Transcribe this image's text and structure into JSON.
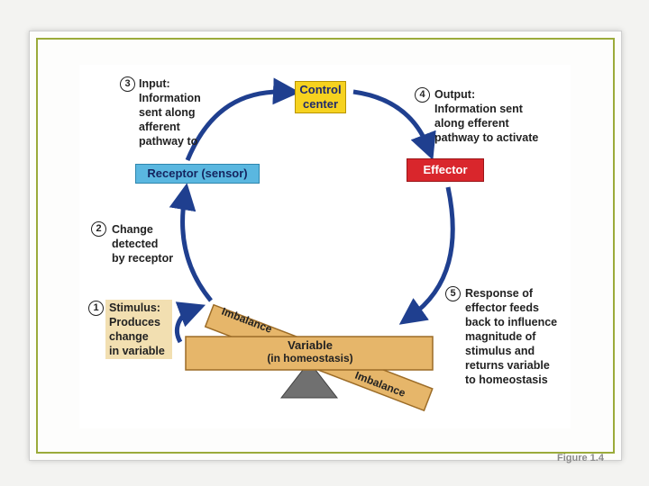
{
  "diagram": {
    "control_center": "Control\ncenter",
    "receptor": "Receptor (sensor)",
    "effector": "Effector",
    "variable_title": "Variable",
    "variable_sub": "(in homeostasis)",
    "imbalance_top": "Imbalance",
    "imbalance_bottom": "Imbalance",
    "steps": [
      {
        "num": "1",
        "text": "Stimulus:\nProduces\nchange\nin variable"
      },
      {
        "num": "2",
        "text": "Change\ndetected\nby receptor"
      },
      {
        "num": "3",
        "text": "Input:\nInformation\nsent along\nafferent\npathway to"
      },
      {
        "num": "4",
        "text": "Output:\nInformation sent\nalong efferent\npathway to activate"
      },
      {
        "num": "5",
        "text": "Response of\neffector feeds\nback to influence\nmagnitude of\nstimulus and\nreturns variable\nto homeostasis"
      }
    ],
    "colors": {
      "arrow": "#1f3f8f",
      "control_center": "#f6d21f",
      "receptor": "#5ab7e0",
      "effector": "#d9262c",
      "seesaw": "#e6b66a"
    }
  },
  "footer": {
    "figure_label": "Figure 1.4"
  }
}
